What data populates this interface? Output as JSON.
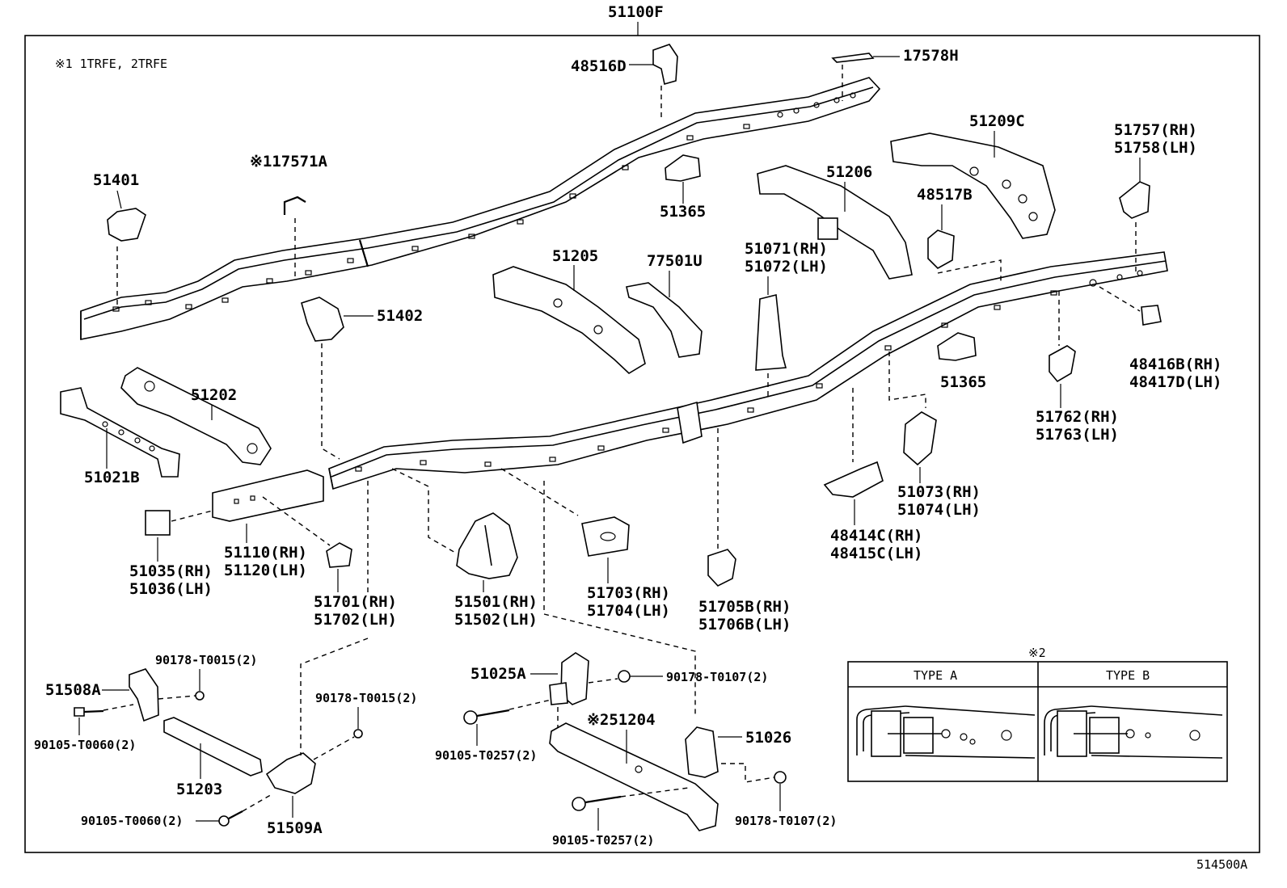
{
  "assembly_number": "51100F",
  "figure_id": "514500A",
  "notes": {
    "engine_note": "※1 1TRFE, 2TRFE",
    "type_table_mark": "※2",
    "type_a_label": "TYPE A",
    "type_b_label": "TYPE B"
  },
  "parts": {
    "p48516D": "48516D",
    "p17578H": "17578H",
    "p17571A": "※117571A",
    "p51401": "51401",
    "p51365a": "51365",
    "p51209C": "51209C",
    "p51757": "51757(RH)",
    "p51758": "51758(LH)",
    "p51206": "51206",
    "p48517B": "48517B",
    "p51205": "51205",
    "p77501U": "77501U",
    "p51071": "51071(RH)",
    "p51072": "51072(LH)",
    "p51402": "51402",
    "p48416B": "48416B(RH)",
    "p48417D": "48417D(LH)",
    "p51202": "51202",
    "p51365b": "51365",
    "p51762": "51762(RH)",
    "p51763": "51763(LH)",
    "p51021B": "51021B",
    "p51073": "51073(RH)",
    "p51074": "51074(LH)",
    "p48414C": "48414C(RH)",
    "p48415C": "48415C(LH)",
    "p51035": "51035(RH)",
    "p51036": "51036(LH)",
    "p51110": "51110(RH)",
    "p51120": "51120(LH)",
    "p51703": "51703(RH)",
    "p51704": "51704(LH)",
    "p51705B": "51705B(RH)",
    "p51706B": "51706B(LH)",
    "p51701": "51701(RH)",
    "p51702": "51702(LH)",
    "p51501": "51501(RH)",
    "p51502": "51502(LH)",
    "p90178_T0015a": "90178-T0015(2)",
    "p51508A": "51508A",
    "p90105_T0060a": "90105-T0060(2)",
    "p90178_T0015b": "90178-T0015(2)",
    "p51203": "51203",
    "p90105_T0060b": "90105-T0060(2)",
    "p51509A": "51509A",
    "p51025A": "51025A",
    "p90178_T0107a": "90178-T0107(2)",
    "p51204": "※251204",
    "p90105_T0257a": "90105-T0257(2)",
    "p51026": "51026",
    "p90105_T0257b": "90105-T0257(2)",
    "p90178_T0107b": "90178-T0107(2)"
  }
}
